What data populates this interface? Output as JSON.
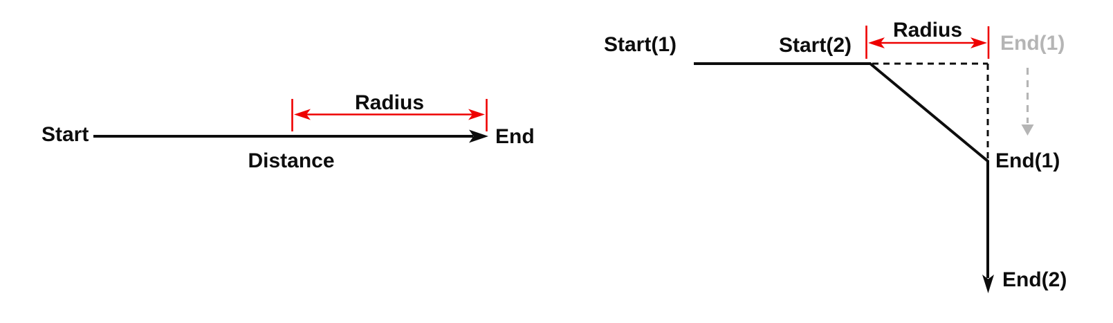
{
  "colors": {
    "line": "#0d0d0d",
    "accent_red": "#ee0000",
    "ghost_gray": "#b5b5b5"
  },
  "left_diagram": {
    "start_label": "Start",
    "end_label": "End",
    "radius_label": "Radius",
    "distance_label": "Distance"
  },
  "right_diagram": {
    "start1_label": "Start(1)",
    "start2_label": "Start(2)",
    "radius_label": "Radius",
    "end1_ghost_label": "End(1)",
    "end1_label": "End(1)",
    "end2_label": "End(2)"
  }
}
